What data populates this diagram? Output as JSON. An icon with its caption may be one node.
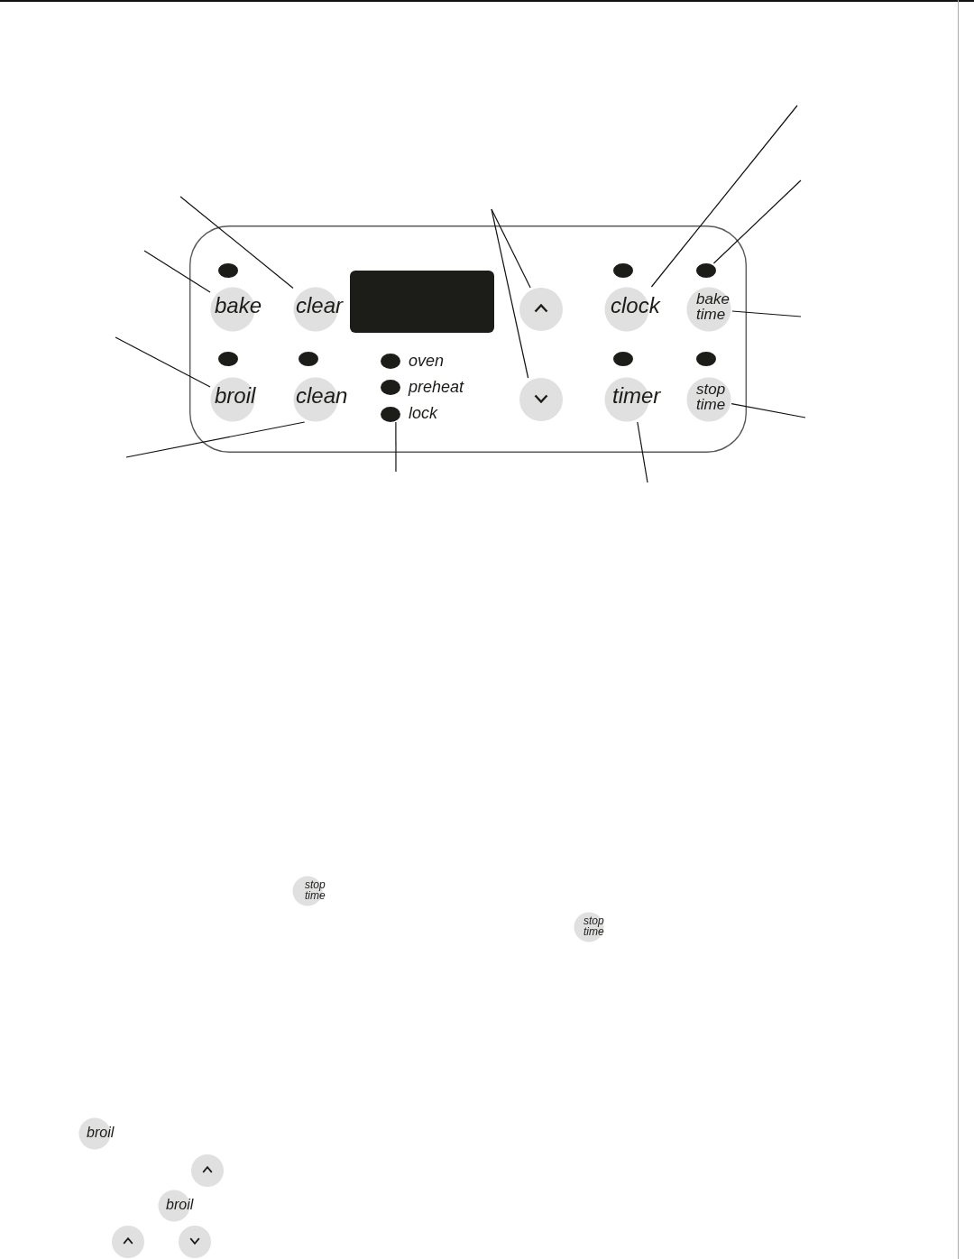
{
  "diagram": {
    "nodes": [
      {
        "text": [],
        "shape": "box"
      },
      {
        "text": [],
        "shape": "circle",
        "in": 0
      },
      {
        "text": [
          "bake"
        ],
        "in": 0
      },
      {
        "text": [
          "clear"
        ],
        "in": 0
      },
      {
        "text": [],
        "shape": "box",
        "in": 0
      },
      {
        "text": [],
        "shape": "circle",
        "in": 0
      },
      {
        "text": [
          "clock"
        ],
        "in": 0
      },
      {
        "text": [
          "bake time"
        ],
        "in": 0
      },
      {
        "text": [
          "broil"
        ],
        "in": 0
      },
      {
        "text": [
          "clean"
        ],
        "in": 0
      },
      {
        "text": [],
        "shape": "circle",
        "in": 0
      },
      {
        "text": [],
        "shape": "circle",
        "in": 0
      },
      {
        "text": [
          "timer"
        ],
        "in": 0
      },
      {
        "text": [
          "stop time"
        ],
        "in": 0
      },
      {
        "text": [
          "stop time"
        ]
      },
      {
        "text": [
          "stop time"
        ]
      },
      {
        "text": [
          "broil"
        ]
      },
      {
        "text": [],
        "shape": "circle"
      },
      {
        "text": [
          "broil"
        ]
      },
      {
        "text": [],
        "shape": "circle"
      },
      {
        "text": [],
        "shape": "circle"
      }
    ],
    "edges": [
      {
        "from": null,
        "to": 6,
        "arrow": "none"
      },
      {
        "from": null,
        "to": 1,
        "arrow": "none"
      },
      {
        "from": null,
        "to": 3,
        "arrow": "none"
      },
      {
        "from": null,
        "to": 5,
        "arrow": "none"
      },
      {
        "from": null,
        "to": 11,
        "arrow": "none"
      },
      {
        "from": null,
        "to": 2,
        "arrow": "none"
      },
      {
        "from": null,
        "to": 7,
        "arrow": "none"
      },
      {
        "from": null,
        "to": 8,
        "arrow": "none"
      },
      {
        "from": null,
        "to": 13,
        "arrow": "none"
      },
      {
        "from": null,
        "to": 9,
        "arrow": "none"
      },
      {
        "from": null,
        "to": 10,
        "arrow": "none"
      },
      {
        "from": null,
        "to": 12,
        "arrow": "none"
      }
    ],
    "labels": [
      "oven",
      "preheat",
      "lock"
    ]
  }
}
